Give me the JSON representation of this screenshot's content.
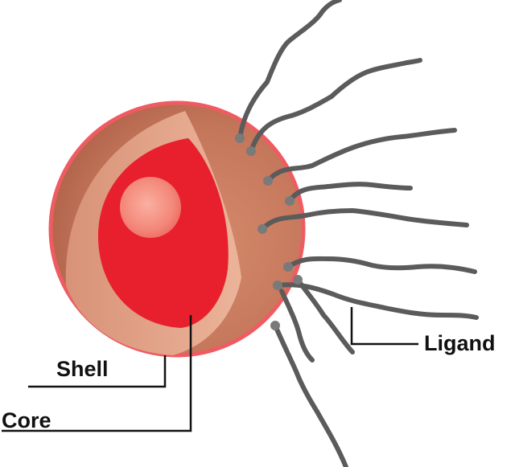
{
  "diagram": {
    "labels": {
      "shell": "Shell",
      "core": "Core",
      "ligand": "Ligand"
    },
    "colors": {
      "shell_fill": "#c67a5e",
      "shell_outline": "#ee5c62",
      "shell_cut_face": "#e3a88b",
      "core_fill": "#e8202e",
      "core_highlight": "#f69585",
      "ligand_strand": "#5b5b5b",
      "ligand_anchor": "#7a7a7a",
      "leader_line": "#111111"
    }
  }
}
